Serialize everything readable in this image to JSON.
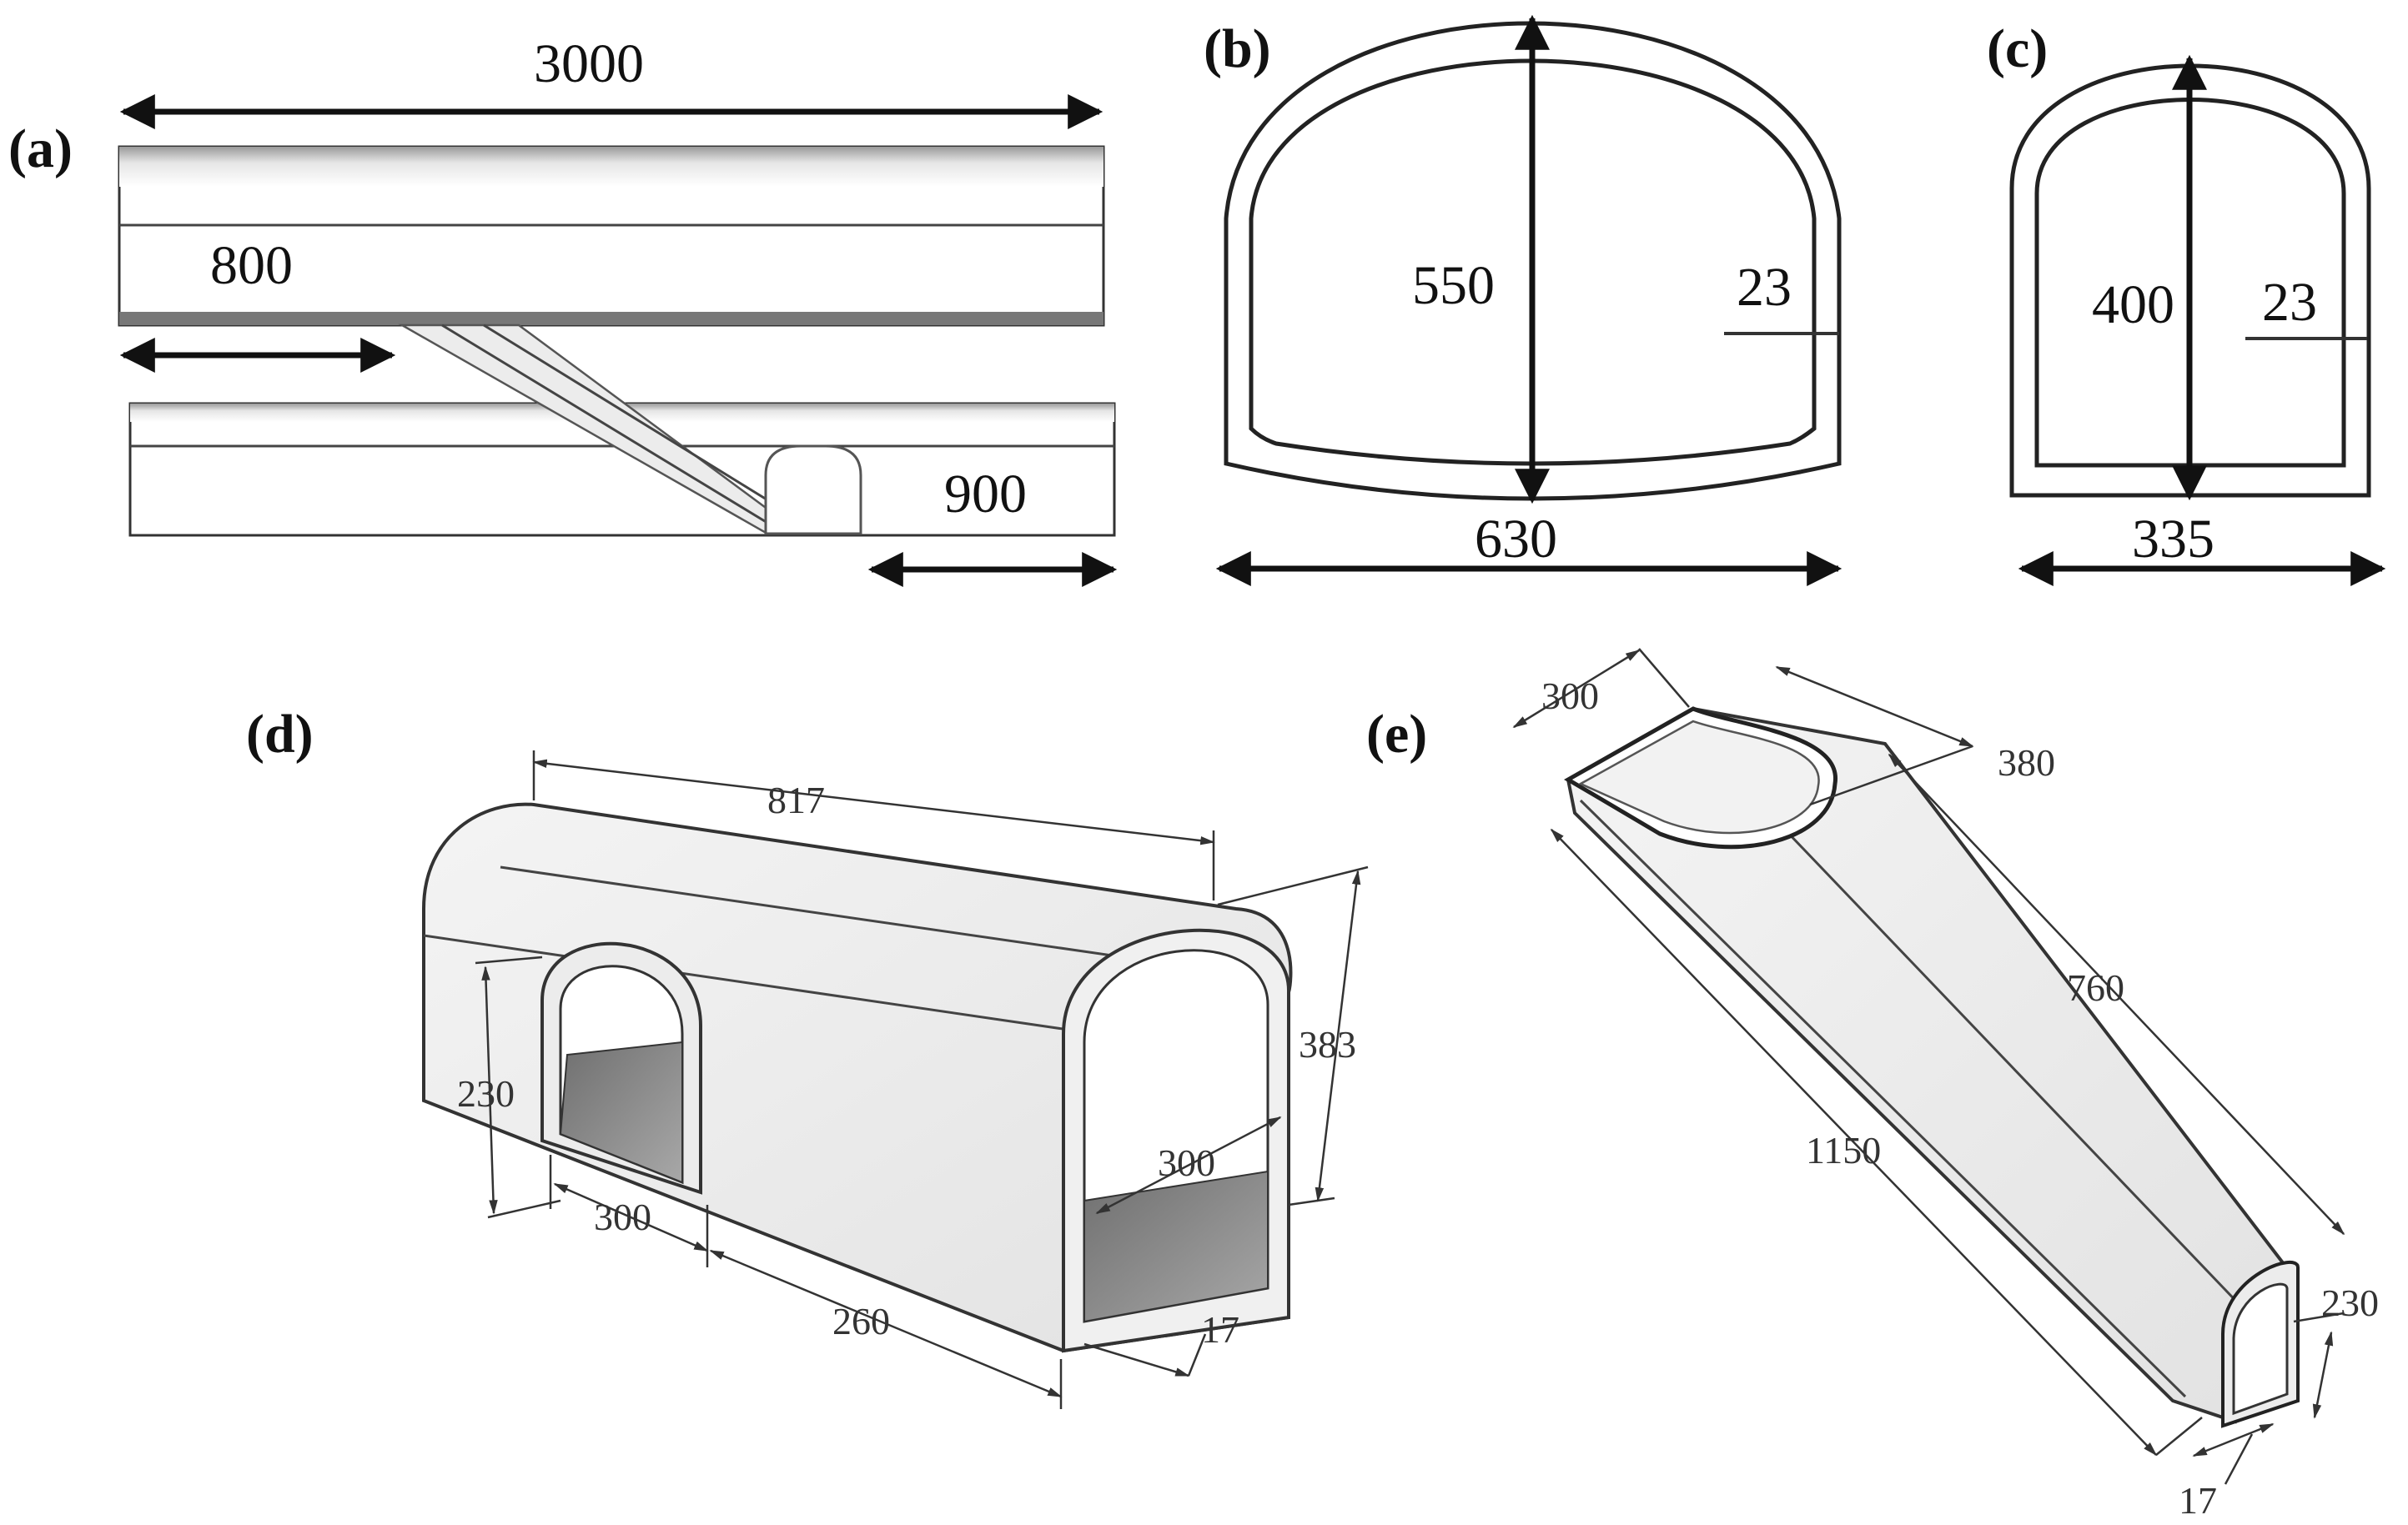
{
  "panels": {
    "a": {
      "label": "(a)",
      "dims": {
        "total_length": "3000",
        "offset_left": "800",
        "offset_right": "900"
      }
    },
    "b": {
      "label": "(b)",
      "dims": {
        "height": "550",
        "width": "630",
        "thickness": "23"
      }
    },
    "c": {
      "label": "(c)",
      "dims": {
        "height": "400",
        "width": "335",
        "thickness": "23"
      }
    },
    "d": {
      "label": "(d)",
      "dims": {
        "length": "817",
        "height": "383",
        "opening_height": "230",
        "opening_width": "300",
        "offset": "260",
        "end_width": "300",
        "thickness": "17"
      }
    },
    "e": {
      "label": "(e)",
      "dims": {
        "top_width": "300",
        "cut_length": "380",
        "upper_length": "760",
        "total_length": "1150",
        "height": "230",
        "thickness": "17"
      }
    }
  },
  "colors": {
    "line": "#111111",
    "fill_light": "#f2f2f2",
    "fill_floor": "#8a8a8a"
  }
}
